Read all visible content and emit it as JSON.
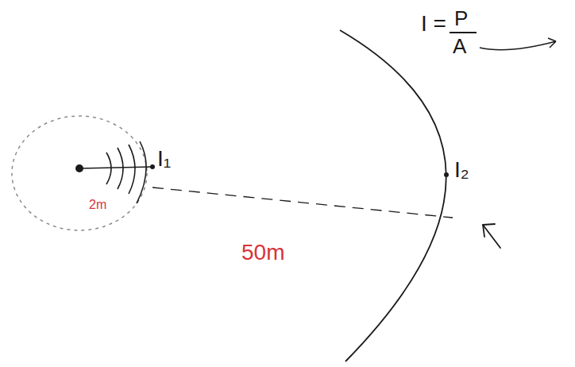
{
  "diagram": {
    "labels": [
      "I =",
      "P",
      "A",
      "I₁",
      "2m",
      "50m",
      "I₂"
    ]
  }
}
